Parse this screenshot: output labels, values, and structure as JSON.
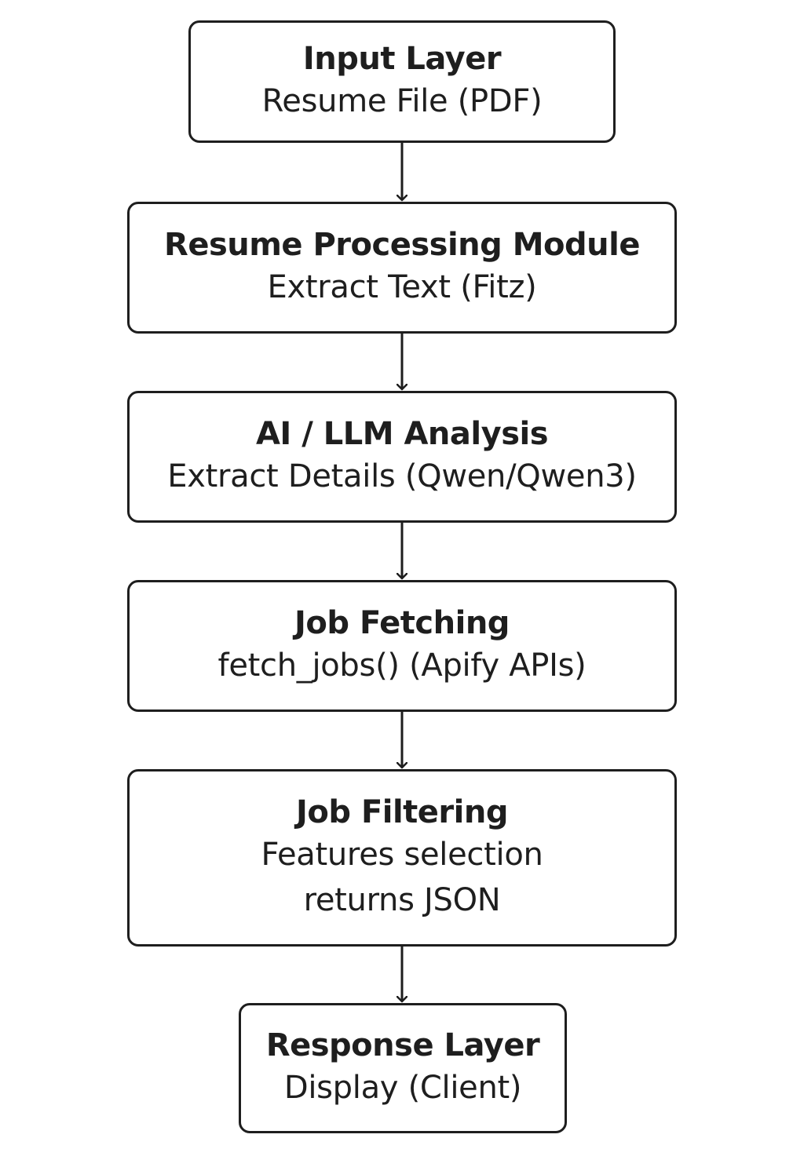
{
  "nodes": [
    {
      "title": "Input Layer",
      "lines": [
        "Resume File (PDF)"
      ]
    },
    {
      "title": "Resume Processing Module",
      "lines": [
        "Extract Text (Fitz)"
      ]
    },
    {
      "title": "AI / LLM Analysis",
      "lines": [
        "Extract Details (Qwen/Qwen3)"
      ]
    },
    {
      "title": "Job Fetching",
      "lines": [
        "fetch_jobs() (Apify APIs)"
      ]
    },
    {
      "title": "Job Filtering",
      "lines": [
        "Features selection",
        "returns JSON"
      ]
    },
    {
      "title": "Response Layer",
      "lines": [
        "Display (Client)"
      ]
    }
  ],
  "edges": [
    {
      "from": 0,
      "to": 1
    },
    {
      "from": 1,
      "to": 2
    },
    {
      "from": 2,
      "to": 3
    },
    {
      "from": 3,
      "to": 4
    },
    {
      "from": 4,
      "to": 5
    }
  ],
  "colors": {
    "stroke": "#1e1e1e",
    "background": "#ffffff"
  }
}
